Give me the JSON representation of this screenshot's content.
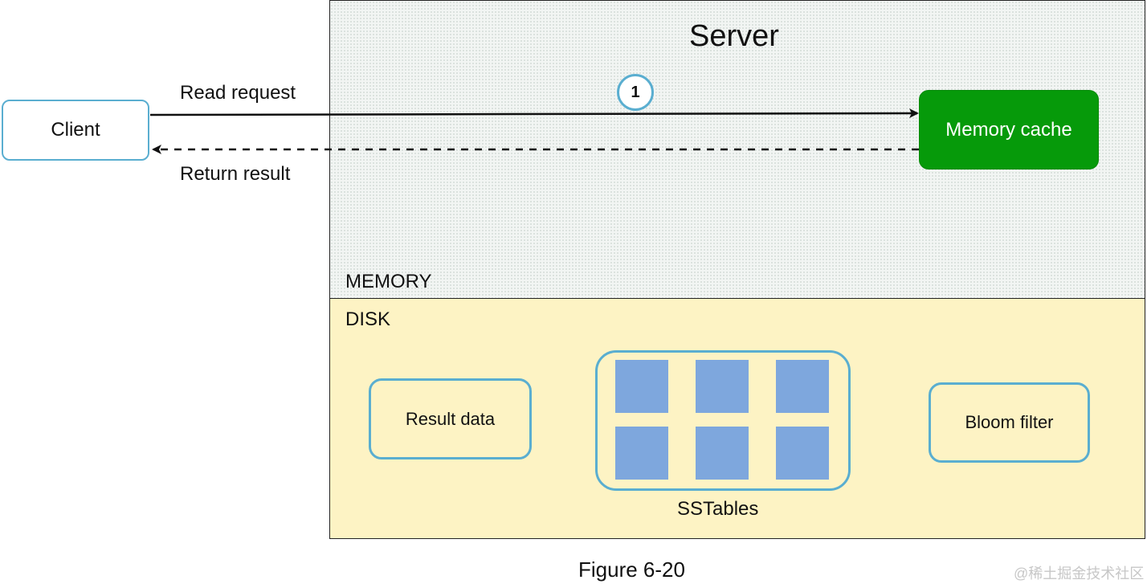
{
  "server": {
    "title": "Server",
    "memory_label": "MEMORY",
    "disk_label": "DISK"
  },
  "client": {
    "label": "Client"
  },
  "memory_cache": {
    "label": "Memory cache",
    "color": "#069a0a"
  },
  "edges": {
    "read_request": "Read request",
    "return_result": "Return result"
  },
  "step": {
    "number": "1"
  },
  "disk": {
    "result_data": "Result data",
    "bloom_filter": "Bloom filter",
    "sstables_label": "SSTables"
  },
  "caption": "Figure 6-20",
  "watermark": "@稀土掘金技术社区",
  "colors": {
    "box_border": "#5aaed0",
    "disk_fill": "#fdf3c4",
    "sstable_fill": "#7ea7dd"
  }
}
